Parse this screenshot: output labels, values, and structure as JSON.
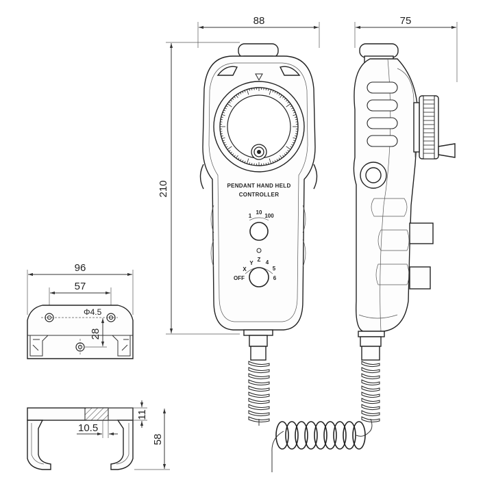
{
  "dimensions": {
    "front_width": "88",
    "side_width": "75",
    "height": "210",
    "bracket_width": "96",
    "hole_spacing": "57",
    "hole_diameter": "Φ4.5",
    "hole_vertical": "28",
    "bracket_top_thickness": "11",
    "bracket_height": "58",
    "slot_width": "10.5"
  },
  "front_panel": {
    "label_line1": "PENDANT HAND HELD",
    "label_line2": "CONTROLLER",
    "step_labels": [
      "1",
      "10",
      "100"
    ],
    "axis_labels": [
      "OFF",
      "X",
      "Y",
      "Z",
      "4",
      "5",
      "6"
    ]
  },
  "colors": {
    "line": "#222222",
    "background": "#ffffff"
  }
}
